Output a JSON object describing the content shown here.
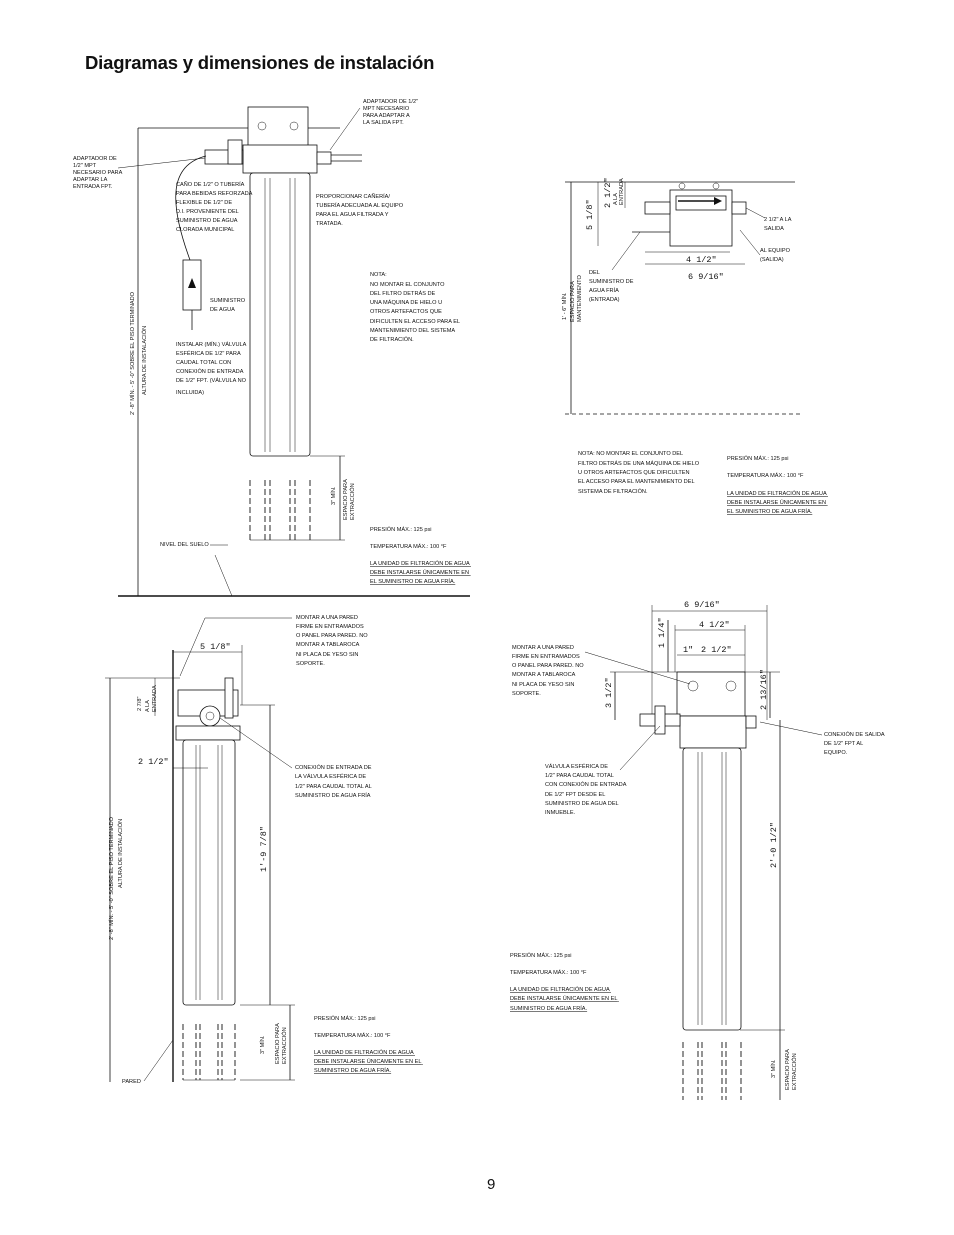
{
  "page": {
    "title": "Diagramas y dimensiones de instalación",
    "page_number": "9"
  },
  "diagram1": {
    "adaptor_outlet": [
      "ADAPTADOR DE 1/2\"",
      "MPT NECESARIO",
      "PARA ADAPTAR A",
      "LA SALIDA FPT."
    ],
    "adaptor_inlet": [
      "ADAPTADOR DE",
      "1/2\" MPT",
      "NECESARIO PARA",
      "ADAPTAR LA",
      "ENTRADA FPT."
    ],
    "tubing": [
      "CAÑO DE 1/2\" O TUBERÍA",
      "PARA BEBIDAS REFORZADA",
      "FLEXIBLE DE 1/2\" DE",
      "D.I. PROVENIENTE DEL",
      "SUMINISTRO DE AGUA",
      "CLORADA MUNICIPAL"
    ],
    "provide_pipe": [
      "PROPORCIONAR CAÑERÍA/",
      "TUBERÍA ADECUADA AL EQUIPO",
      "PARA EL AGUA FILTRADA Y",
      "TRATADA."
    ],
    "note": [
      "NOTA:",
      "NO MONTAR EL CONJUNTO",
      "DEL FILTRO DETRÁS DE",
      "UNA MÁQUINA DE HIELO U",
      "OTROS ARTEFACTOS QUE",
      "DIFICULTEN EL ACCESO PARA EL",
      "MANTENIMIENTO DEL SISTEMA",
      "DE FILTRACIÓN."
    ],
    "supply": [
      "SUMINISTRO",
      "DE AGUA"
    ],
    "valve": [
      "INSTALAR (MÍN.) VÁLVULA",
      "ESFÉRICA DE 1/2\" PARA",
      "CAUDAL TOTAL CON",
      "CONEXIÓN DE ENTRADA",
      "DE 1/2\" FPT. (VÁLVULA NO",
      "INCLUIDA)"
    ],
    "floor_level": "NIVEL DEL SUELO",
    "height_label_1": "2' -8\" MÍN. - 5' -0\" SOBRE EL PISO TERMINADO",
    "height_label_2": "ALTURA DE INSTALACIÓN",
    "clear_min": "3\" MÍN.",
    "clear_space": [
      "ESPACIO PARA",
      "EXTRACCIÓN"
    ],
    "spec_pressure": "PRESIÓN MÁX.: 125 psi",
    "spec_temp": "TEMPERATURA MÁX.: 100 °F",
    "spec_note": [
      "LA UNIDAD DE FILTRACIÓN DE AGUA",
      "DEBE INSTALARSE ÚNICAMENTE EN",
      "EL SUMINISTRO DE AGUA FRÍA."
    ]
  },
  "diagram2": {
    "dim_5_1_8": "5 1/8\"",
    "dim_2_1_2": "2 1/2\"",
    "dim_to_inlet": [
      "A LA",
      "ENTRADA"
    ],
    "dim_4_1_2": "4 1/2\"",
    "dim_6_9_16": "6 9/16\"",
    "outlet": [
      "2 1/2\" A LA",
      "SALIDA"
    ],
    "to_equipment": [
      "AL EQUIPO",
      "(SALIDA)"
    ],
    "from_supply": [
      "DEL",
      "SUMINISTRO DE",
      "AGUA FRÍA",
      "(ENTRADA)"
    ],
    "maint_min": "1' - 6\" MÍN.",
    "maint_space": [
      "ESPACIO PARA",
      "MANTENIMIENTO"
    ],
    "note": [
      "NOTA: NO MONTAR EL CONJUNTO DEL",
      "FILTRO DETRÁS DE UNA MÁQUINA DE HIELO",
      "U OTROS ARTEFACTOS QUE DIFICULTEN",
      "EL ACCESO PARA EL MANTENIMIENTO DEL",
      "SISTEMA DE FILTRACIÓN."
    ],
    "spec_pressure": "PRESIÓN MÁX.: 125 psi",
    "spec_temp": "TEMPERATURA MÁX.: 100 °F",
    "spec_note": [
      "LA UNIDAD DE FILTRACIÓN DE AGUA",
      "DEBE INSTALARSE ÚNICAMENTE EN",
      "EL SUMINISTRO DE AGUA FRÍA."
    ]
  },
  "diagram3": {
    "mount": [
      "MONTAR A UNA PARED",
      "FIRME EN ENTRAMADOS",
      "O PANEL PARA PARED. NO",
      "MONTAR A TABLAROCA",
      "NI PLACA DE YESO SIN",
      "SOPORTE."
    ],
    "dim_5_1_8": "5 1/8\"",
    "dim_2_7_8": "2 7/8\"",
    "dim_to_inlet": [
      "A LA",
      "ENTRADA"
    ],
    "dim_2_1_2": "2 1/2\"",
    "dim_1_9_7_8": "1'-9 7/8\"",
    "inlet_conn": [
      "CONEXIÓN DE ENTRADA DE",
      "LA VÁLVULA ESFÉRICA DE",
      "1/2\" PARA CAUDAL TOTAL AL",
      "SUMINISTRO DE AGUA FRÍA"
    ],
    "height_label_1": "2' -8\" MÍN. - 5' -0\" SOBRE EL PISO TERMINADO",
    "height_label_2": "ALTURA DE INSTALACIÓN",
    "wall": "PARED",
    "clear_min": "3\" MÍN.",
    "clear_space": [
      "ESPACIO PARA",
      "EXTRACCIÓN"
    ],
    "spec_pressure": "PRESIÓN MÁX.: 125 psi",
    "spec_temp": "TEMPERATURA MÁX.: 100 °F",
    "spec_note": [
      "LA UNIDAD DE FILTRACIÓN DE AGUA",
      "DEBE INSTALARSE ÚNICAMENTE EN EL",
      "SUMINISTRO DE AGUA FRÍA."
    ]
  },
  "diagram4": {
    "dim_6_9_16": "6 9/16\"",
    "dim_4_1_2": "4 1/2\"",
    "dim_1_1_4": "1 1/4\"",
    "dim_1": "1\"",
    "dim_2_1_2": "2 1/2\"",
    "dim_3_1_2": "3 1/2\"",
    "dim_2_13_16": "2 13/16\"",
    "dim_2_0_1_2": "2'-0 1/2\"",
    "mount": [
      "MONTAR A UNA PARED",
      "FIRME EN ENTRAMADOS",
      "O PANEL PARA PARED. NO",
      "MONTAR A TABLAROCA",
      "NI PLACA DE YESO SIN",
      "SOPORTE."
    ],
    "outlet_conn": [
      "CONEXIÓN DE SALIDA",
      "DE 1/2\" FPT AL",
      "EQUIPO."
    ],
    "valve": [
      "VÁLVULA ESFÉRICA DE",
      "1/2\" PARA CAUDAL TOTAL",
      "CON CONEXIÓN DE ENTRADA",
      "DE 1/2\" FPT DESDE EL",
      "SUMINISTRO DE AGUA DEL",
      "INMUEBLE."
    ],
    "clear_min": "3\" MÍN.",
    "clear_space": [
      "ESPACIO PARA",
      "EXTRACCIÓN"
    ],
    "spec_pressure": "PRESIÓN MÁX.: 125 psi",
    "spec_temp": "TEMPERATURA MÁX.: 100 °F",
    "spec_note": [
      "LA UNIDAD DE FILTRACIÓN DE AGUA",
      "DEBE INSTALARSE ÚNICAMENTE EN EL",
      "SUMINISTRO DE AGUA FRÍA."
    ]
  }
}
